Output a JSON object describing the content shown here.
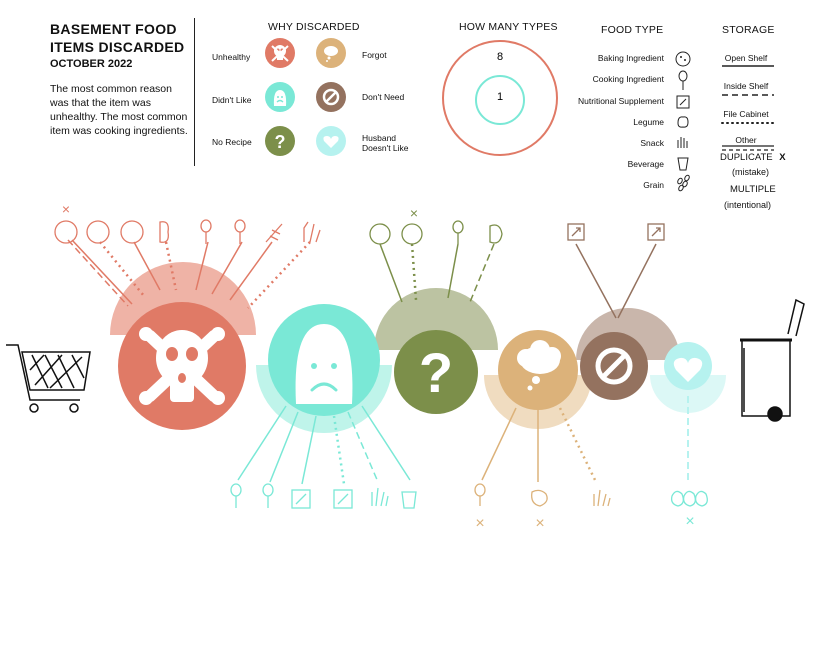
{
  "header": {
    "title_line1": "BASEMENT FOOD",
    "title_line2": "ITEMS DISCARDED",
    "date": "OCTOBER 2022",
    "summary": "The most common reason was that the item was unhealthy.  The most common item was cooking ingredients."
  },
  "why_discarded": {
    "heading": "WHY DISCARDED",
    "items": [
      {
        "label": "Unhealthy",
        "color": "#e07a66",
        "icon": "skull-icon"
      },
      {
        "label": "Forgot",
        "color": "#dcb27a",
        "icon": "thought-cloud-icon"
      },
      {
        "label": "Didn't Like",
        "color": "#7ae8d6",
        "icon": "sad-face-icon"
      },
      {
        "label": "Don't Need",
        "color": "#94725f",
        "icon": "no-sign-icon"
      },
      {
        "label": "No Recipe",
        "color": "#7c8f4a",
        "icon": "question-mark-icon"
      },
      {
        "label": "Husband Doesn't Like",
        "color": "#b6f2ef",
        "icon": "heart-icon"
      }
    ]
  },
  "how_many_types": {
    "heading": "HOW MANY TYPES",
    "outer_value": "8",
    "inner_value": "1",
    "outer_color": "#e07a66",
    "inner_color": "#7ae8d6"
  },
  "food_type": {
    "heading": "FOOD TYPE",
    "items": [
      {
        "label": "Baking Ingredient",
        "icon": "cookie-icon"
      },
      {
        "label": "Cooking Ingredient",
        "icon": "spoon-icon"
      },
      {
        "label": "Nutritional Supplement",
        "icon": "supplement-box-icon"
      },
      {
        "label": "Legume",
        "icon": "bean-icon"
      },
      {
        "label": "Snack",
        "icon": "hand-icon"
      },
      {
        "label": "Beverage",
        "icon": "cup-icon"
      },
      {
        "label": "Grain",
        "icon": "grain-icon"
      }
    ]
  },
  "storage": {
    "heading": "STORAGE",
    "items": [
      {
        "label": "Open Shelf",
        "line": "solid"
      },
      {
        "label": "Inside Shelf",
        "line": "dashed"
      },
      {
        "label": "File Cabinet",
        "line": "dotted"
      },
      {
        "label": "Other",
        "line": "double"
      }
    ],
    "duplicate_label": "DUPLICATE",
    "duplicate_mark": "X",
    "duplicate_note": "(mistake)",
    "multiple_label": "MULTIPLE",
    "multiple_note": "(intentional)"
  },
  "colors": {
    "unhealthy": "#e07a66",
    "unhealthy_light": "#efb3a6",
    "forgot": "#dcb27a",
    "forgot_light": "#f0dcc0",
    "didnt_like": "#7ae8d6",
    "didnt_like_light": "#bff4ea",
    "dont_need": "#94725f",
    "dont_need_light": "#c9b6ab",
    "no_recipe": "#7c8f4a",
    "no_recipe_light": "#bcc3a2",
    "husband": "#b6f2ef",
    "husband_light": "#dcf8f6"
  }
}
